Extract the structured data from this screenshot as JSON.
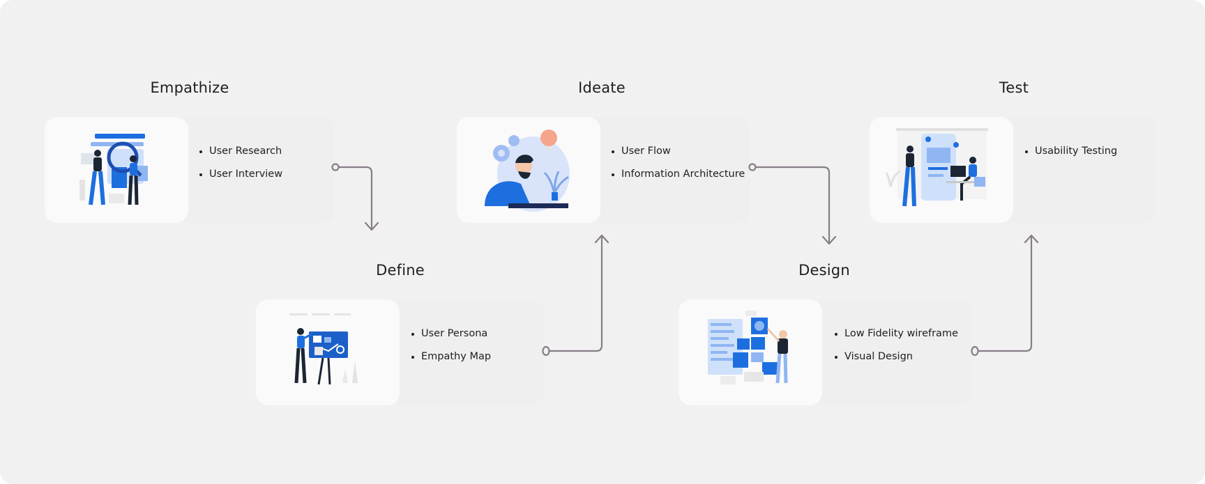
{
  "stages": [
    {
      "title": "Empathize",
      "items": [
        "User Research",
        "User Interview"
      ]
    },
    {
      "title": "Define",
      "items": [
        "User Persona",
        "Empathy Map"
      ]
    },
    {
      "title": "Ideate",
      "items": [
        "User Flow",
        "Information Architecture"
      ]
    },
    {
      "title": "Design",
      "items": [
        "Low Fidelity wireframe",
        "Visual Design"
      ]
    },
    {
      "title": "Test",
      "items": [
        "Usability Testing"
      ]
    }
  ],
  "colors": {
    "accent": "#1d6fe0",
    "accent_light": "#8fb6f2",
    "connector": "#867d87",
    "figure_dark": "#1c2533",
    "card": "#fafafa",
    "background": "#f1f1f1"
  },
  "icons": [
    "research-illustration",
    "persona-board-illustration",
    "thinking-idea-illustration",
    "wireframe-design-illustration",
    "usability-testing-illustration"
  ]
}
